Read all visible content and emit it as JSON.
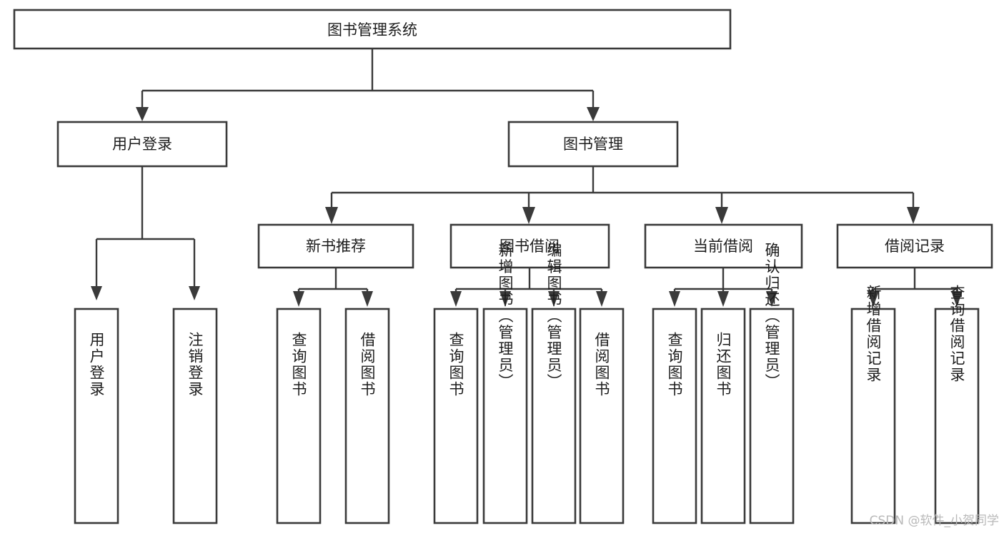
{
  "diagram": {
    "type": "tree-hierarchy-chart",
    "title": "图书管理系统",
    "orientation": "top-down",
    "colors": {
      "box_stroke": "#3a3a3a",
      "box_fill": "#ffffff",
      "connector": "#3a3a3a",
      "text": "#1d1d1d",
      "background": "#ffffff",
      "watermark": "#b9b9b9"
    },
    "root": {
      "id": "root",
      "label": "图书管理系统"
    },
    "level2": [
      {
        "id": "user-login",
        "label": "用户登录"
      },
      {
        "id": "book-management",
        "label": "图书管理"
      }
    ],
    "level3": [
      {
        "id": "new-book-recommend",
        "label": "新书推荐",
        "parent": "book-management"
      },
      {
        "id": "book-borrow",
        "label": "图书借阅",
        "parent": "book-management"
      },
      {
        "id": "current-borrow",
        "label": "当前借阅",
        "parent": "book-management"
      },
      {
        "id": "borrow-record",
        "label": "借阅记录",
        "parent": "book-management"
      }
    ],
    "leaves": {
      "user-login": [
        {
          "id": "leaf-user-login",
          "label": "用户登录"
        },
        {
          "id": "leaf-user-logout",
          "label": "注销登录"
        }
      ],
      "new-book-recommend": [
        {
          "id": "leaf-query-book-1",
          "label": "查询图书"
        },
        {
          "id": "leaf-borrow-book-1",
          "label": "借阅图书"
        }
      ],
      "book-borrow": [
        {
          "id": "leaf-query-book-2",
          "label": "查询图书"
        },
        {
          "id": "leaf-add-book",
          "label": "新增图书（管理员）"
        },
        {
          "id": "leaf-edit-book",
          "label": "编辑图书（管理员）"
        },
        {
          "id": "leaf-borrow-book-2",
          "label": "借阅图书"
        }
      ],
      "current-borrow": [
        {
          "id": "leaf-query-book-3",
          "label": "查询图书"
        },
        {
          "id": "leaf-return-book",
          "label": "归还图书"
        },
        {
          "id": "leaf-confirm-return",
          "label": "确认归还（管理员）"
        }
      ],
      "borrow-record": [
        {
          "id": "leaf-add-record",
          "label": "新增借阅记录"
        },
        {
          "id": "leaf-query-record",
          "label": "查询借阅记录"
        }
      ]
    }
  },
  "watermark": {
    "label": "CSDN @软件_小贺同学"
  }
}
